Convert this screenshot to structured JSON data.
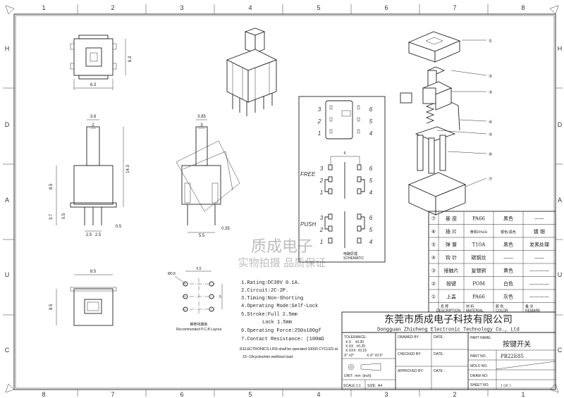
{
  "frame": {
    "top_columns": [
      "1",
      "2",
      "3",
      "4",
      "5",
      "6",
      "7",
      "8"
    ],
    "bottom_columns": [
      "8",
      "7",
      "6",
      "5",
      "4",
      "3",
      "2",
      "1"
    ],
    "rows": [
      "H",
      "D",
      "A",
      "U",
      "C"
    ]
  },
  "views": {
    "top_view": {
      "width_dim": "6.3",
      "height_dim": "6.3"
    },
    "front_view": {
      "dims": [
        "3.8",
        "2",
        "14.3",
        "8.5",
        "3.7",
        "0.5",
        "2.5",
        "2.5",
        "0.5"
      ]
    },
    "side_view": {
      "dims": [
        "3.85",
        "3",
        "5.5",
        "0.35"
      ]
    },
    "bottom_view": {
      "width_dim": "8.5",
      "height_dim": "8.5"
    },
    "pcb_layout": {
      "hole_dim": "Ø0.8",
      "pitch_x": "5.5",
      "pitch_y": "5",
      "caption_cn": "推荐线路板",
      "caption": "Recommended P.C.B Layout"
    }
  },
  "watermark": {
    "company": "质成电子",
    "slogan": "实物拍摄 品质保证"
  },
  "specs": [
    "1.Rating:DC30V 0.1A.",
    "2.Circuit:2C-2P.",
    "3.Timing:Non-Shorting",
    "4.Operating Mode:Self-Lock",
    "5.Stroke:Full 2.5mm",
    "Lock 1.5mm",
    "6.Operating Force:250±100gf",
    "7.Contact Resistance: (100mΩ",
    "8.ELECTRONICS LIFE:shall be operated 10000 CYCLES at",
    "15--18cycles/min weithout load ."
  ],
  "schematic": {
    "pins_left": [
      "3",
      "2",
      "1"
    ],
    "pins_right": [
      "6",
      "5",
      "4"
    ],
    "free_label": "FREE",
    "push_label": "PUSH",
    "pitch": "6",
    "caption_cn": "电路原理",
    "caption": "SCHEMATIC"
  },
  "callouts": [
    "①",
    "②",
    "③",
    "④",
    "⑤",
    "⑥",
    "⑦"
  ],
  "bom": {
    "rows": [
      {
        "no": "⑦",
        "name": "基 座",
        "material": "PA66",
        "color": "黑色",
        "remark": "——"
      },
      {
        "no": "⑥",
        "name": "插 片",
        "material": "黄铜/PA66",
        "color": "银色/黑色",
        "remark": "镀 银"
      },
      {
        "no": "⑤",
        "name": "弹 簧",
        "material": "T10A",
        "color": "黑色",
        "remark": "发黑处理"
      },
      {
        "no": "④",
        "name": "钩 针",
        "material": "碳钢丝",
        "color": "——",
        "remark": "——"
      },
      {
        "no": "③",
        "name": "接触片",
        "material": "复银铜",
        "color": "黄色",
        "remark": "————"
      },
      {
        "no": "②",
        "name": "按键",
        "material": "POM",
        "color": "白色",
        "remark": "————"
      },
      {
        "no": "①",
        "name": "上盖",
        "material": "PA66",
        "color": "灰色",
        "remark": "————"
      }
    ],
    "header": {
      "desc_cn": "名 称",
      "desc": "DESCRIPTION",
      "mat_cn": "材 料",
      "mat": "MATERIAL",
      "color_cn": "颜 色",
      "color": "COLOR",
      "remark_cn": "备 注",
      "remark": "REMARK"
    }
  },
  "title_block": {
    "company_cn": "东莞市质成电子科技有限公司",
    "company_en": "Dongguan Zhicheng Electronic Technology Co., Ltd",
    "tolerance_label": "TOLERANCE:",
    "tolerances": [
      "X.X    ±0.30",
      "X.XX   ±0.25",
      "X.XXX  ±0.15"
    ],
    "angle_tol": [
      "X° ±2°",
      "X.X° ±0.5°"
    ],
    "unit": "UNIT:  mm  [inch]",
    "scale": "SCALE:1:1",
    "size": "SIZE:  A4",
    "drawed_by": "DRAWED BY :",
    "checked_by": "CHECKED BY:",
    "approved_by": "APPROVED BY:",
    "date": "DATE :",
    "part_name_label": "PART NAME:",
    "part_name": "按键开关",
    "part_no_label": "PART NO.",
    "part_no": "PB22E85",
    "mold_no_label": "MOLD NO.",
    "draw_no_label": "DRAW NO:",
    "sheet_no_label": "SHEET NO.",
    "sheet_no": "1 OF 1"
  }
}
